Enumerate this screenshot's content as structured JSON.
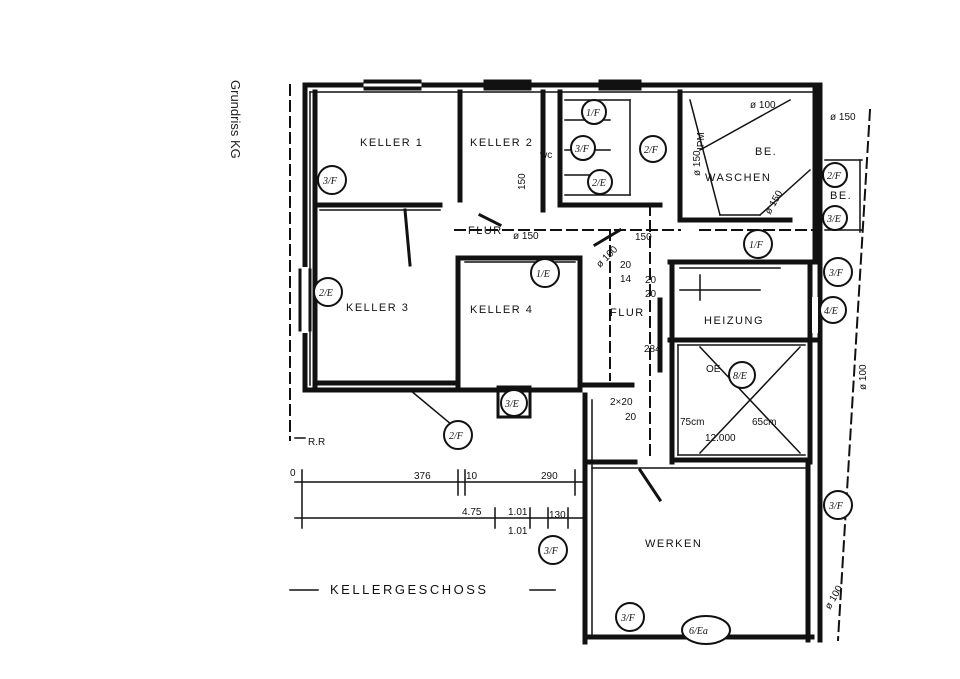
{
  "side_label": "Grundriss KG",
  "title": "KELLERGESCHOSS",
  "rooms": {
    "keller1": "KELLER 1",
    "keller2": "KELLER 2",
    "keller3": "KELLER 3",
    "keller4": "KELLER 4",
    "flur_top": "FLUR",
    "flur_mid": "FLUR",
    "waschen": "WASCHEN",
    "heizung": "HEIZUNG",
    "werken": "WERKEN",
    "be1": "BE.",
    "be2": "BE."
  },
  "notes": {
    "rr": "R.R",
    "oe": "OE",
    "c75": "75cm",
    "c65": "65cm",
    "l12000": "12.000",
    "ipm": "IPM",
    "wc": "wc"
  },
  "dimensions": {
    "d0": "0",
    "d376": "376",
    "d10": "10",
    "d290": "290",
    "d475": "4.75",
    "d101a": "1.01",
    "d101b": "1.01",
    "d130": "130",
    "d284": "284",
    "d2x20": "2×20",
    "d20a": "20",
    "d20b": "20",
    "d14": "14",
    "d20c": "20",
    "d20d": "20",
    "p150a": "ø 150",
    "p150b": "150",
    "p150c": "ø 150",
    "p150d": "ø 150",
    "p150e": "ø 150",
    "p100a": "ø 100",
    "p100b": "ø 100",
    "p100c": "ø 100",
    "p100d": "ø 100",
    "p150k2": "150"
  },
  "markers": {
    "m1": "3/F",
    "m2": "2/E",
    "m3": "2/F",
    "m4": "3/E",
    "m5": "1/E",
    "m6": "1/F",
    "m7": "3/F",
    "m8": "2/E",
    "m9": "3/F",
    "m10": "3/F",
    "m11": "3/F",
    "m12": "8/E",
    "m13": "6/Ea",
    "m14": "4/E",
    "m15": "1/F",
    "m16": "2/F",
    "m17": "3/F",
    "m18": "2/F",
    "m19": "3/E"
  }
}
